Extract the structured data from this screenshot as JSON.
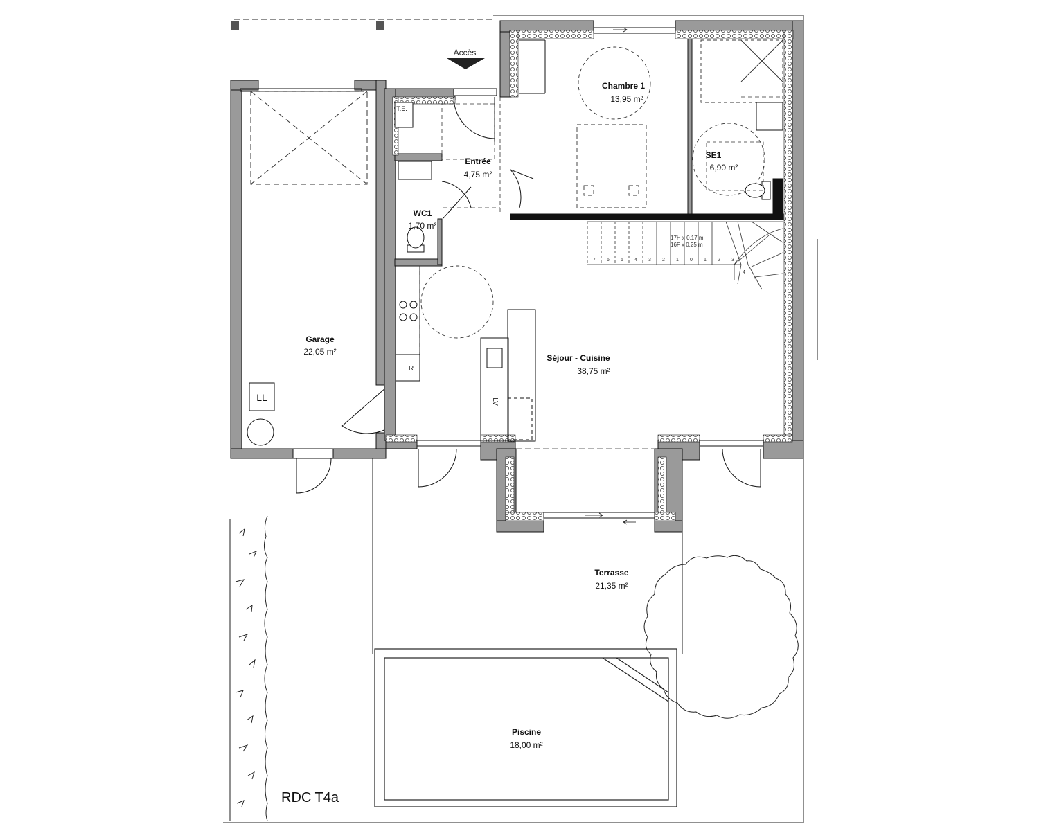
{
  "plan": {
    "title": "RDC T4a",
    "access_label": "Accès",
    "rooms": [
      {
        "id": "garage",
        "name": "Garage",
        "area": "22,05 m²"
      },
      {
        "id": "entree",
        "name": "Entrée",
        "area": "4,75 m²"
      },
      {
        "id": "wc1",
        "name": "WC1",
        "area": "1,70 m²"
      },
      {
        "id": "chambre1",
        "name": "Chambre 1",
        "area": "13,95 m²"
      },
      {
        "id": "se1",
        "name": "SE1",
        "area": "6,90 m²"
      },
      {
        "id": "sejour",
        "name": "Séjour - Cuisine",
        "area": "38,75 m²"
      },
      {
        "id": "terrasse",
        "name": "Terrasse",
        "area": "21,35 m²"
      },
      {
        "id": "piscine",
        "name": "Piscine",
        "area": "18,00 m²"
      }
    ],
    "fixtures": {
      "water_heater": "T.E.",
      "fridge": "R",
      "dishwasher": "LV",
      "washing_machine": "LL"
    },
    "stairs": {
      "rise": "17H x 0,17 m",
      "tread": "16F x 0,25 m",
      "step_numbers": [
        "7",
        "6",
        "5",
        "4",
        "3",
        "2",
        "1",
        "0",
        "1",
        "2",
        "3",
        "4",
        "5"
      ]
    }
  }
}
